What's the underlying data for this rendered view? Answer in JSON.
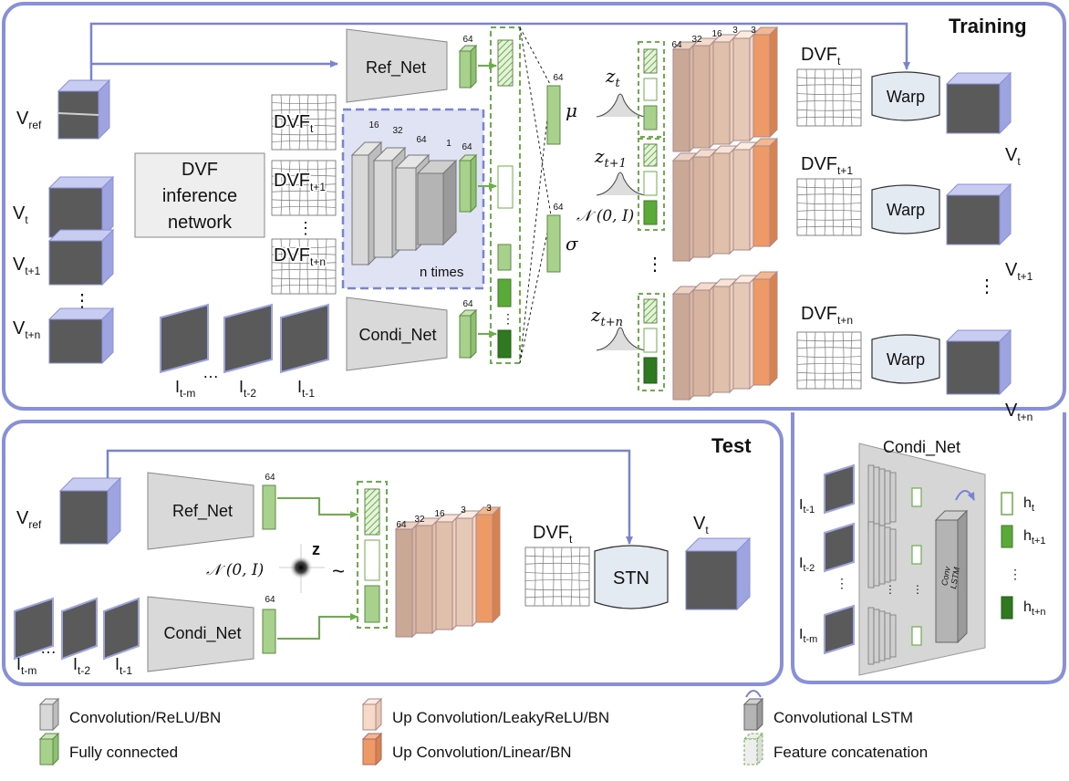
{
  "colors": {
    "frame": "#8890d8",
    "arrow": "#7a82d4",
    "conv_gray": "#cfcfcf",
    "fc_green": "#a9d18e",
    "fc_green_dark": "#3f8a2a",
    "up_light": "#f6d9c6",
    "up_orange": "#ee9a66",
    "dash_green": "#6aaf48"
  },
  "training": {
    "title": "Training",
    "v_ref": "V",
    "v_ref_sub": "ref",
    "v_t": "V",
    "v_t_sub": "t",
    "v_t1": "V",
    "v_t1_sub": "t+1",
    "v_tn": "V",
    "v_tn_sub": "t+n",
    "vdots": "⋮",
    "dvf_network_l1": "DVF",
    "dvf_network_l2": "inference",
    "dvf_network_l3": "network",
    "dvf_in_t": "DVF",
    "dvf_in_t_sub": "t",
    "dvf_in_t1": "DVF",
    "dvf_in_t1_sub": "t+1",
    "dvf_in_tn": "DVF",
    "dvf_in_tn_sub": "t+n",
    "enc_widths": [
      "16",
      "32",
      "64",
      "1",
      "64"
    ],
    "n_times": "n times",
    "ref_net": "Ref_Net",
    "condi_net": "Condi_Net",
    "fc_64_ref": "64",
    "fc_64_condi": "64",
    "fc_64_mu": "64",
    "fc_64_sigma": "64",
    "mu": "μ",
    "sigma": "σ",
    "frame_tm": "I",
    "frame_tm_sub": "t-m",
    "frame_t2": "I",
    "frame_t2_sub": "t-2",
    "frame_t1": "I",
    "frame_t1_sub": "t-1",
    "ellipsis": "…",
    "z_t": "z",
    "z_t_sub": "t",
    "z_t1": "z",
    "z_t1_sub": "t+1",
    "z_tn": "z",
    "z_tn_sub": "t+n",
    "normal": "𝒩 (0, 𝐼)",
    "dec_widths": [
      "64",
      "32",
      "16",
      "3",
      "3"
    ],
    "dvf_out_t": "DVF",
    "dvf_out_t_sub": "t",
    "dvf_out_t1": "DVF",
    "dvf_out_t1_sub": "t+1",
    "dvf_out_tn": "DVF",
    "dvf_out_tn_sub": "t+n",
    "warp": "Warp",
    "out_t": "V",
    "out_t_sub": "t",
    "out_t1": "V",
    "out_t1_sub": "t+1",
    "out_tn": "V",
    "out_tn_sub": "t+n"
  },
  "test": {
    "title": "Test",
    "v_ref": "V",
    "v_ref_sub": "ref",
    "ref_net": "Ref_Net",
    "condi_net": "Condi_Net",
    "fc_64_ref": "64",
    "fc_64_condi": "64",
    "normal": "𝒩 (0, 𝐼)",
    "z": "z",
    "tilde": "~",
    "dec_widths": [
      "64",
      "32",
      "16",
      "3",
      "3"
    ],
    "dvf": "DVF",
    "dvf_sub": "t",
    "stn": "STN",
    "out": "V",
    "out_sub": "t",
    "frame_tm": "I",
    "frame_tm_sub": "t-m",
    "frame_t2": "I",
    "frame_t2_sub": "t-2",
    "frame_t1": "I",
    "frame_t1_sub": "t-1",
    "ellipsis": "…"
  },
  "condi_detail": {
    "title": "Condi_Net",
    "frame_t1": "I",
    "frame_t1_sub": "t-1",
    "frame_t2": "I",
    "frame_t2_sub": "t-2",
    "frame_tm": "I",
    "frame_tm_sub": "t-m",
    "lstm_l1": "Conv",
    "lstm_l2": "LSTM",
    "h_t": "h",
    "h_t_sub": "t",
    "h_t1": "h",
    "h_t1_sub": "t+1",
    "h_tn": "h",
    "h_tn_sub": "t+n",
    "vdots": "⋮"
  },
  "legend": {
    "conv": "Convolution/ReLU/BN",
    "fc": "Fully connected",
    "upconv_leaky": "Up Convolution/LeakyReLU/BN",
    "upconv_linear": "Up Convolution/Linear/BN",
    "conv_lstm": "Convolutional LSTM",
    "concat": "Feature concatenation"
  }
}
